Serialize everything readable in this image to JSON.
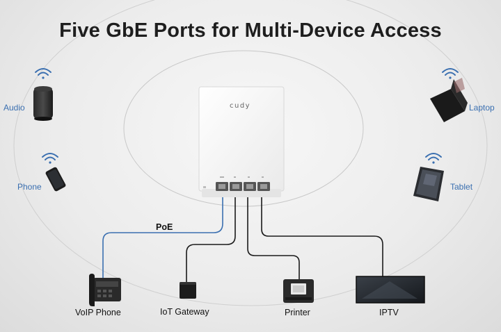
{
  "title": "Five GbE Ports for Multi-Device Access",
  "brand": "cudy",
  "wireless_devices": {
    "audio": "Audio",
    "phone": "Phone",
    "laptop": "Laptop",
    "tablet": "Tablet"
  },
  "poe_label": "PoE",
  "wired_devices": {
    "voip_phone": "VoIP Phone",
    "iot_gateway": "IoT Gateway",
    "printer": "Printer",
    "iptv": "IPTV"
  },
  "colors": {
    "wifi": "#3a6fb0",
    "poe_cable": "#3a6fb0",
    "cable": "#1a1a1a",
    "title": "#1e1e1e"
  },
  "icons": [
    "wifi-icon",
    "smart-speaker-icon",
    "phone-icon",
    "laptop-icon",
    "tablet-icon",
    "voip-phone-icon",
    "iot-gateway-icon",
    "printer-icon",
    "tv-icon",
    "access-point-icon"
  ]
}
